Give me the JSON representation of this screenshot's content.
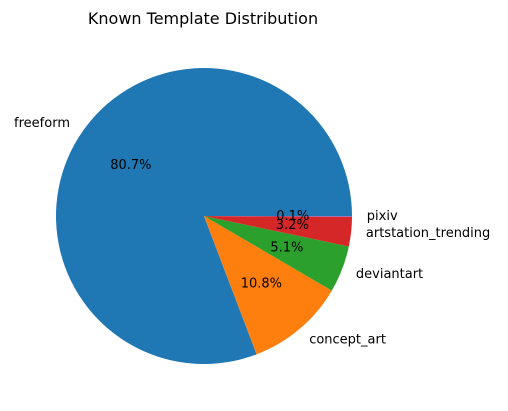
{
  "chart_data": {
    "type": "pie",
    "title": "Known Template Distribution",
    "slices": [
      {
        "label": "freeform",
        "value": 80.7,
        "pct_label": "80.7%",
        "color": "#1f77b4"
      },
      {
        "label": "concept_art",
        "value": 10.8,
        "pct_label": "10.8%",
        "color": "#ff7f0e"
      },
      {
        "label": "deviantart",
        "value": 5.1,
        "pct_label": "5.1%",
        "color": "#2ca02c"
      },
      {
        "label": "artstation_trending",
        "value": 3.2,
        "pct_label": "3.2%",
        "color": "#d62728"
      },
      {
        "label": "pixiv",
        "value": 0.1,
        "pct_label": "0.1%",
        "color": "#9467bd"
      }
    ],
    "start_angle": "0 degrees (3 o'clock)",
    "direction": "counterclockwise",
    "legend": "none"
  }
}
